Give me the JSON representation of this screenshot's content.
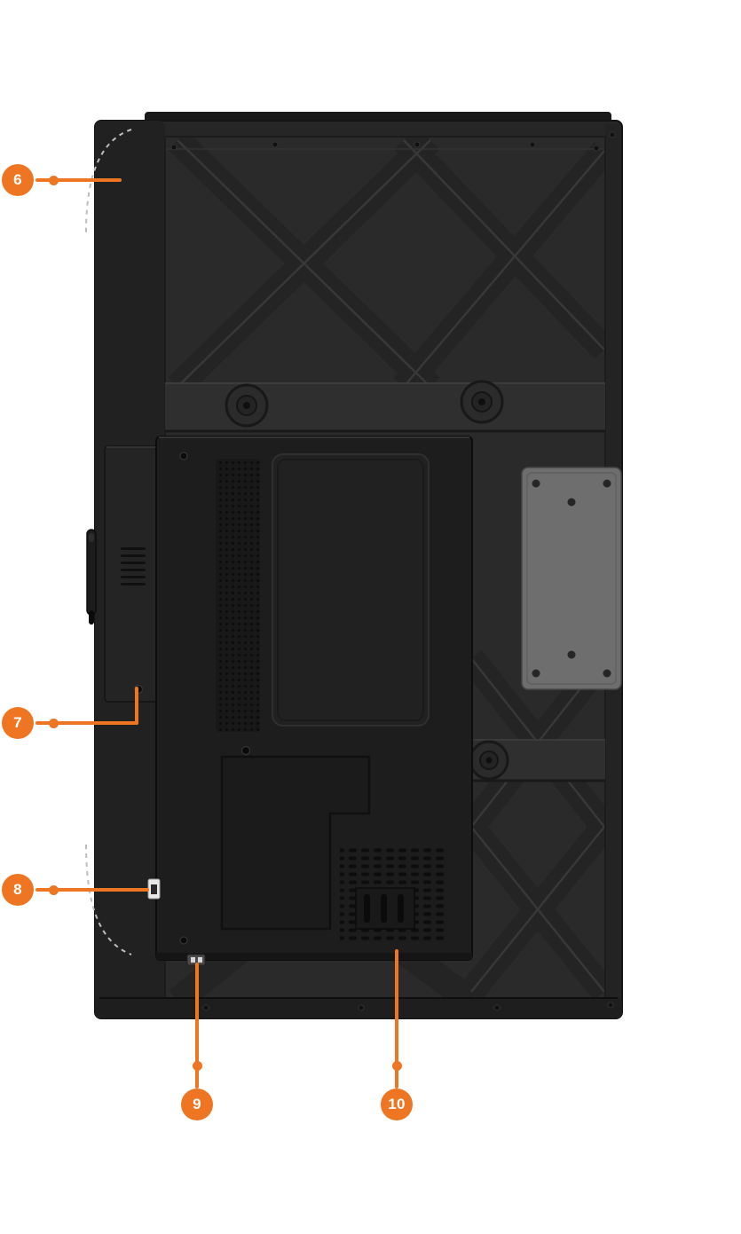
{
  "colors": {
    "accent": "#EE7623",
    "panel_dark": "#262626",
    "module_dark": "#1D1D1D",
    "vesa_plate": "#6E6E6E",
    "background": "#FFFFFF"
  },
  "callouts": [
    {
      "label": "6"
    },
    {
      "label": "7"
    },
    {
      "label": "8"
    },
    {
      "label": "9"
    },
    {
      "label": "10"
    }
  ]
}
